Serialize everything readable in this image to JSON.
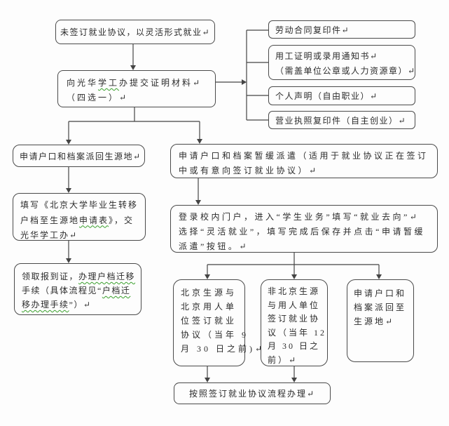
{
  "styles": {
    "border_color": "#4a4a4a",
    "text_color": "#2b2b2b",
    "spellcheck_wavy_color": "#3aa02c",
    "background": "#fdfdfd"
  },
  "nodes": {
    "flexible_employment": {
      "l1": "未签订就业协议，以灵活形式就业↵"
    },
    "submit_materials": {
      "l1_pre": "向光华",
      "l1_wavy": "学工",
      "l1_post": "办提交证明材料↵",
      "l2": "（四选一）↵"
    },
    "labor_contract": {
      "l1": "劳动合同复印件↵"
    },
    "employment_proof": {
      "l1": "用工证明或录用通知书↵",
      "l2": "（需盖单位公章或人力资源章）↵"
    },
    "personal_statement": {
      "l1": "个人声明（自由职业）↵"
    },
    "business_license": {
      "l1": "营业执照复印件（自主创业）↵"
    },
    "return_hometown": {
      "l1": "申请户口和档案派回生源地↵"
    },
    "delay_dispatch": {
      "l1": "申请户口和档案暂缓派遣（适用于就业协议正在签订",
      "l2": "中或有意向签订就业协议）↵"
    },
    "fill_form": {
      "l1": "填写《北京大学毕业生转移",
      "l2_pre": "户档至生源地",
      "l2_wavy": "申请表",
      "l2_post": "》，交",
      "l3": "光华学工办↵"
    },
    "portal": {
      "l1": "登录校内门户，进入“学生业务”填写“就业去向”↵",
      "l2": "选择“灵活就业”，填写完成后保存并点击“申请暂缓",
      "l3": "派遣”按钮。↵"
    },
    "receive_cert": {
      "l1_pre": "领取报到证，",
      "l1_wavy": "办理户档迁移",
      "l2_pre": "手续（具体流程见“",
      "l2_wavy": "户档迁",
      "l3_wavy": "移办理手续",
      "l3_post": "”）↵"
    },
    "beijing_agreement": {
      "l1": "北京生源与",
      "l2": "北京用人单",
      "l3": "位签订就业",
      "l4": "协议（当年 9",
      "l5": "月 30 日之前)↵"
    },
    "non_beijing_agreement": {
      "l1": "非北京生源",
      "l2": "与用人单位",
      "l3": "签订就业协",
      "l4": "议（当年 12",
      "l5": "月 30 日之",
      "l6": "前）↵"
    },
    "return_hometown_2": {
      "l1": "申请户口和",
      "l2": "档案派回至",
      "l3": "生源地↵"
    },
    "follow_process": {
      "l1": "按照签订就业协议流程办理↵"
    }
  },
  "edges": [
    {
      "from": "flexible_employment",
      "to": "submit_materials"
    },
    {
      "from": "submit_materials",
      "to": "labor_contract"
    },
    {
      "from": "submit_materials",
      "to": "employment_proof"
    },
    {
      "from": "submit_materials",
      "to": "personal_statement"
    },
    {
      "from": "submit_materials",
      "to": "business_license"
    },
    {
      "from": "submit_materials",
      "to": "return_hometown"
    },
    {
      "from": "submit_materials",
      "to": "delay_dispatch"
    },
    {
      "from": "return_hometown",
      "to": "fill_form"
    },
    {
      "from": "fill_form",
      "to": "receive_cert"
    },
    {
      "from": "delay_dispatch",
      "to": "portal"
    },
    {
      "from": "portal",
      "to": "beijing_agreement"
    },
    {
      "from": "portal",
      "to": "non_beijing_agreement"
    },
    {
      "from": "portal",
      "to": "return_hometown_2"
    },
    {
      "from": "beijing_agreement",
      "to": "follow_process"
    },
    {
      "from": "non_beijing_agreement",
      "to": "follow_process"
    }
  ]
}
